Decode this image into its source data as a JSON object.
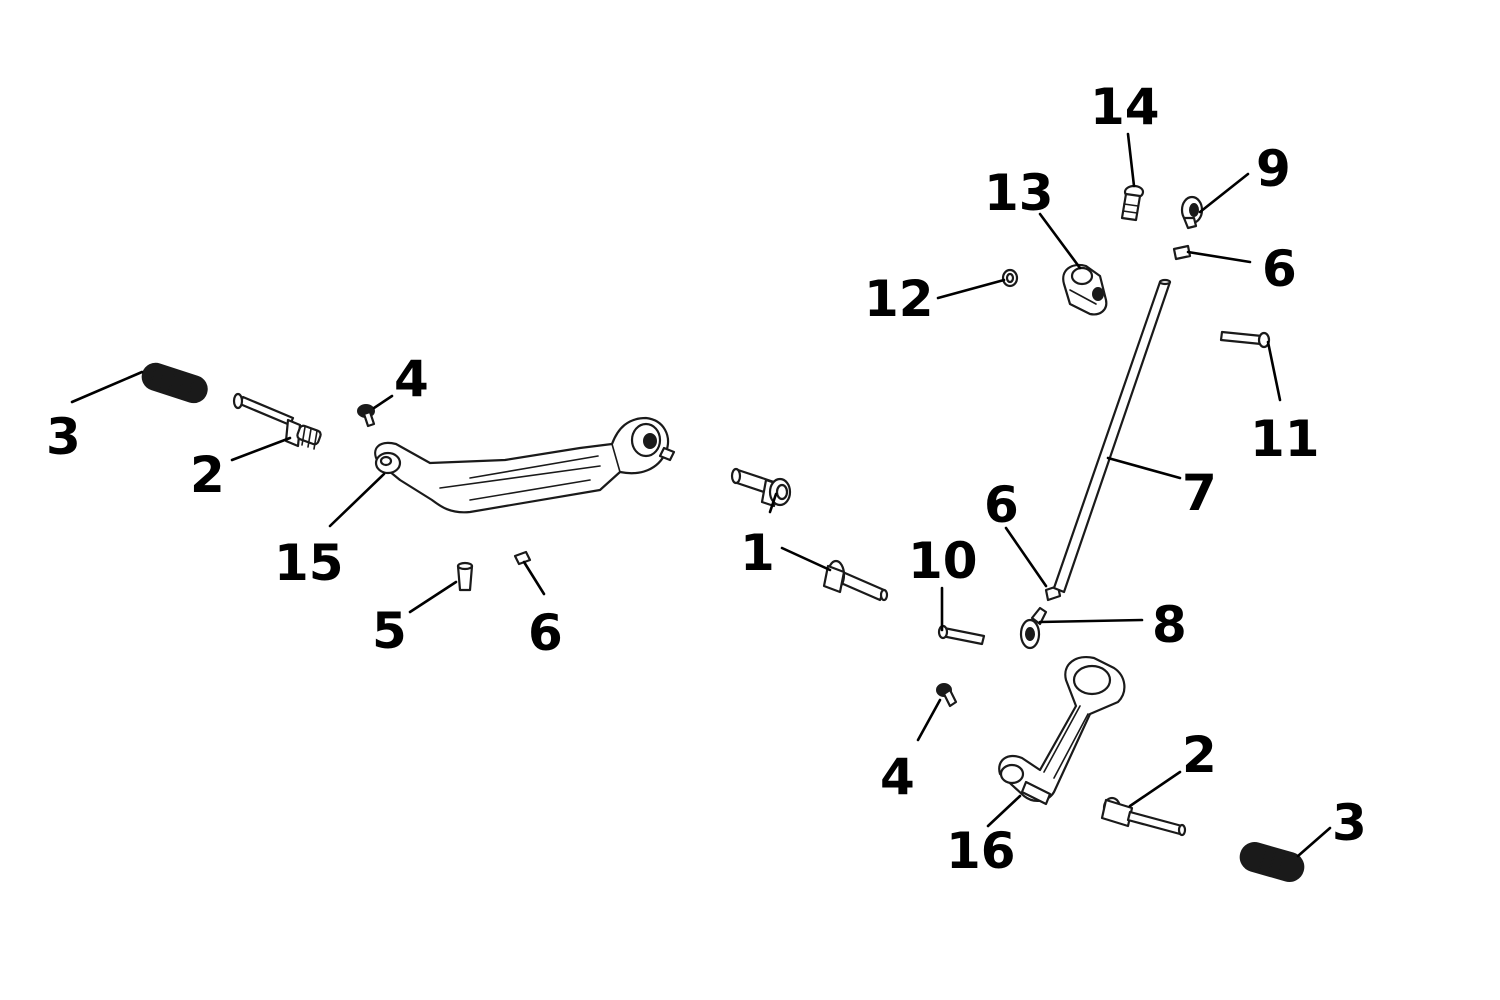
{
  "diagram": {
    "callouts": [
      {
        "id": "c1",
        "label": "1",
        "part": "shift-pivot-bolt"
      },
      {
        "id": "c2a",
        "label": "2",
        "part": "footpeg-bolt-left"
      },
      {
        "id": "c2b",
        "label": "2",
        "part": "footpeg-bolt-right"
      },
      {
        "id": "c3a",
        "label": "3",
        "part": "footpeg-rubber-left"
      },
      {
        "id": "c3b",
        "label": "3",
        "part": "footpeg-rubber-right"
      },
      {
        "id": "c4a",
        "label": "4",
        "part": "clamp-screw-upper"
      },
      {
        "id": "c4b",
        "label": "4",
        "part": "clamp-screw-lower"
      },
      {
        "id": "c5",
        "label": "5",
        "part": "pin"
      },
      {
        "id": "c6a",
        "label": "6",
        "part": "clip-top"
      },
      {
        "id": "c6b",
        "label": "6",
        "part": "clip-middle"
      },
      {
        "id": "c6c",
        "label": "6",
        "part": "clip-bottom"
      },
      {
        "id": "c7",
        "label": "7",
        "part": "shift-rod"
      },
      {
        "id": "c8",
        "label": "8",
        "part": "rod-end-lower"
      },
      {
        "id": "c9",
        "label": "9",
        "part": "rod-end-upper"
      },
      {
        "id": "c10",
        "label": "10",
        "part": "linkage-bolt"
      },
      {
        "id": "c11",
        "label": "11",
        "part": "rod-end-bolt"
      },
      {
        "id": "c12",
        "label": "12",
        "part": "washer"
      },
      {
        "id": "c13",
        "label": "13",
        "part": "shift-arm"
      },
      {
        "id": "c14",
        "label": "14",
        "part": "arm-clamp-bolt"
      },
      {
        "id": "c15",
        "label": "15",
        "part": "footpeg-bracket"
      },
      {
        "id": "c16",
        "label": "16",
        "part": "shift-lever"
      }
    ]
  }
}
